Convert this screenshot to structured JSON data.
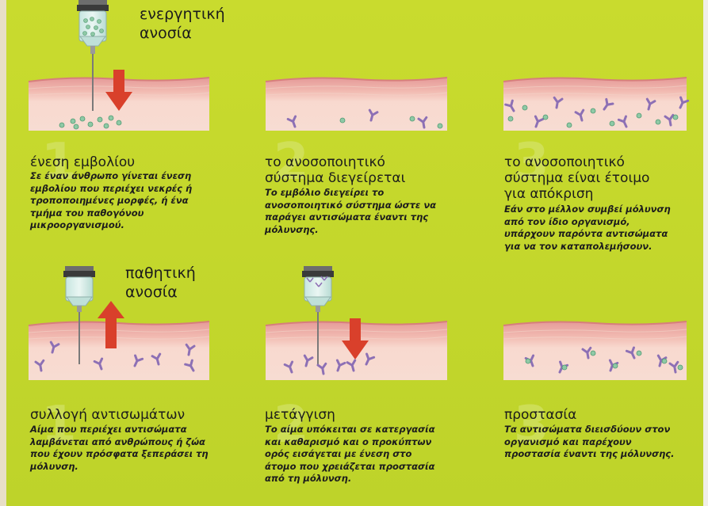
{
  "colors": {
    "background": "#c4d82a",
    "skin_top": "#e8a2a0",
    "skin_body": "#f6d3c6",
    "arrow_red": "#d9402b",
    "antibody_purple": "#9176b8",
    "antigen_green": "#8fc7a8"
  },
  "icons": [
    "syringe-icon",
    "arrow-down-icon",
    "arrow-up-icon",
    "antibody-icon",
    "antigen-icon"
  ],
  "active": {
    "label": [
      "ενεργητική",
      "ανοσία"
    ],
    "steps": [
      {
        "number": "1",
        "title": [
          "ένεση εμβολίου"
        ],
        "text": [
          "Σε έναν άνθρωπο γίνεται ένεση",
          "εμβολίου που περιέχει νεκρές ή",
          "τροποποιημένες μορφές, ή ένα",
          "τμήμα του παθογόνου",
          "μικροοργανισμού."
        ]
      },
      {
        "number": "2",
        "title": [
          "το ανοσοποιητικό",
          "σύστημα διεγείρεται"
        ],
        "text": [
          "Το εμβόλιο διεγείρει το",
          "ανοσοποιητικό σύστημα ώστε να",
          "παράγει αντισώματα έναντι της",
          "μόλυνσης."
        ]
      },
      {
        "number": "3",
        "title": [
          "το ανοσοποιητικό",
          "σύστημα είναι έτοιμο",
          "για απόκριση"
        ],
        "text": [
          "Εάν στο μέλλον συμβεί μόλυνση",
          "από τον ίδιο οργανισμό,",
          "υπάρχουν παρόντα αντισώματα",
          "για να τον καταπολεμήσουν."
        ]
      }
    ]
  },
  "passive": {
    "label": [
      "παθητική",
      "ανοσία"
    ],
    "steps": [
      {
        "number": "1",
        "title": [
          "συλλογή αντισωμάτων"
        ],
        "text": [
          "Αίμα που περιέχει αντισώματα",
          "λαμβάνεται από ανθρώπους ή ζώα",
          "που έχουν πρόσφατα ξεπεράσει τη",
          "μόλυνση."
        ]
      },
      {
        "number": "2",
        "title": [
          "μετάγγιση"
        ],
        "text": [
          "Το αίμα υπόκειται σε κατεργασία",
          "και καθαρισμό και ο προκύπτων",
          "ορός εισάγεται με ένεση στο",
          "άτομο που χρειάζεται προστασία",
          "από τη μόλυνση."
        ]
      },
      {
        "number": "3",
        "title": [
          "προστασία"
        ],
        "text": [
          "Τα αντισώματα διεισδύουν στον",
          "οργανισμό και παρέχουν",
          "προστασία έναντι της μόλυνσης."
        ]
      }
    ]
  }
}
